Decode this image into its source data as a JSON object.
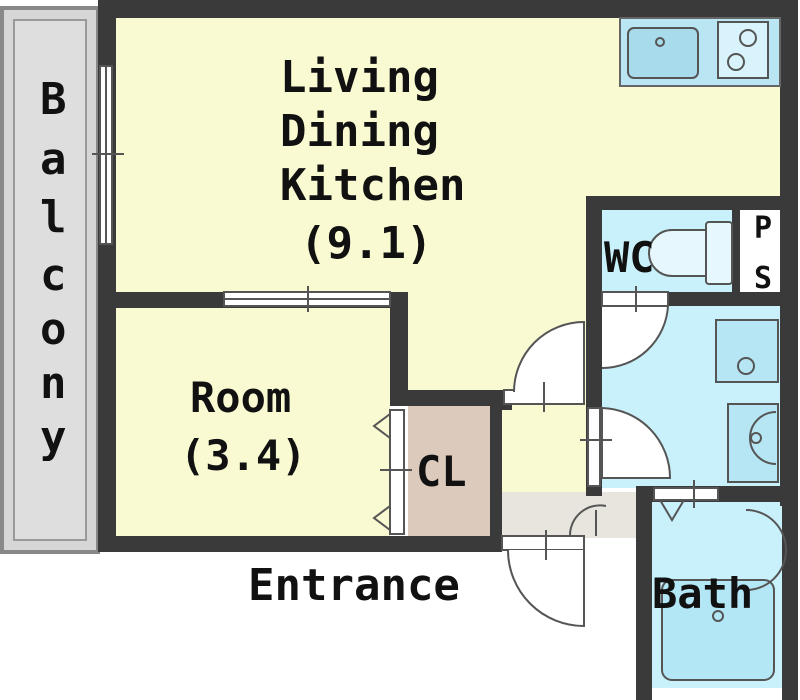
{
  "rooms": {
    "ldk": {
      "name_line1": "Living",
      "name_line2": "Dining",
      "name_line3": "Kitchen",
      "size": "(9.1)"
    },
    "room": {
      "name": "Room",
      "size": "(3.4)"
    },
    "closet": {
      "name": "CL"
    },
    "wc": {
      "name": "WC"
    },
    "ps": {
      "line1": "P",
      "line2": "S"
    },
    "bath": {
      "name": "Bath"
    },
    "entrance": {
      "name": "Entrance"
    },
    "balcony": {
      "letters": [
        "B",
        "a",
        "l",
        "c",
        "o",
        "n",
        "y"
      ]
    }
  },
  "colors": {
    "wall": "#3a3a3a",
    "ldk_floor": "#fafad2",
    "room_floor": "#fafad2",
    "wet_floor": "#c9f1fb",
    "closet_floor": "#dccbbd",
    "entrance_floor": "#e8e4de",
    "balcony_floor": "#d6d6d6"
  }
}
